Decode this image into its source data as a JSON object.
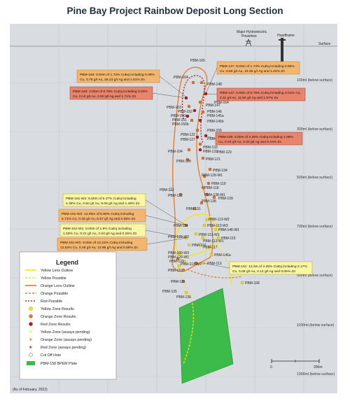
{
  "title": "Pine Bay Project Rainbow Deposit Long Section",
  "surface_labels": {
    "surface": "Surface",
    "powerline": "Major Hydroelectric\nPowerline",
    "headframe": "Headframe"
  },
  "depths": [
    "100ml (below surface)",
    "300ml (below surface)",
    "500ml (below surface)",
    "700ml (below surface)",
    "900ml (below surface)",
    "1100ml (below surface)",
    "1300ml (below surface)"
  ],
  "holes": [
    "PBM-165",
    "PBM-164",
    "PBM-148",
    "PBM-154",
    "PBM-163",
    "PBM-152",
    "PBM-146",
    "PBM-145a",
    "PBM-150a",
    "PBM-151",
    "PBM-150b",
    "PBM-145b",
    "PBM-147",
    "PBM-155",
    "PBM-122",
    "PBM-149b",
    "PBM-127",
    "PBM-133",
    "PBM-132",
    "PBM-104",
    "PBM-128",
    "PBM-121",
    "PBM-123",
    "PBM-134",
    "PBM-128-W1",
    "PBM-119",
    "PBM-112",
    "PBM-118",
    "PBM-132",
    "PBM-138-W1",
    "PBM-139",
    "PBM-138",
    "PBM-131",
    "PBM-113-W2",
    "PBM-114",
    "PBM-113-W3",
    "PBM-146-W1",
    "PBM-113-W1",
    "PBM-115",
    "PBM-129-W2",
    "PBM-113-W1",
    "PBM-116",
    "PBM-117",
    "PBM-129-W3",
    "PBM-129-W1",
    "PBM-146a",
    "PBM-129",
    "PBM-113",
    "PBM-113-W2",
    "PBM-111",
    "PBM-111",
    "PBM-135",
    "PBM-136",
    "PBM-158"
  ],
  "annotations": [
    {
      "lines": [
        "PBM-163: 9.00m of 1.74% CuEq including 0.39%",
        "Cu, 0.76 g/t Au, 25.23 g/t Ag and 1.61% Zn"
      ],
      "color": "orange"
    },
    {
      "lines": [
        "PBM-147: 9.00m of 1.73% CuEq including 0.85%",
        "Cu, 0.59 g/t Au, 10.39 g/t Ag and 1.02% Zn"
      ],
      "color": "orange"
    },
    {
      "lines": [
        "PBM-163: 4.00m of 0.79% CuEq including 0.03%",
        "Cu, 0.12 g/t Au, 2.50 g/t Ag and 1.71% Zn"
      ],
      "color": "red"
    },
    {
      "lines": [
        "PBM-147: 8.00m of 0.78% CuEq including 0.01% Cu,",
        "0.11 g/t Au, 11.84 g/t Ag and 1.57% Zn"
      ],
      "color": "red"
    },
    {
      "lines": [
        "PBM-155: 5.00m of 2.35% CuEq including 1.06%",
        "Cu, 0.23 g/t Au, 3.30 g/t Ag and 0.24% Zn"
      ],
      "color": "red"
    },
    {
      "lines": [
        "PBM-161-W2: 6.50m of 5.47% CuEq including",
        "4.48% Cu, 0.50 g/t Au, 9.06 g/t Ag and 1.48% Zn"
      ],
      "color": "yellow"
    },
    {
      "lines": [
        "PBM-161-W2: 14.00m of 5.98% CuEq including",
        "5.71% Cu, 0.28 g/t Au, 5.57 g/t Ag and 0.08% Zn"
      ],
      "color": "orange"
    },
    {
      "lines": [
        "PBM-161-W1: 8.00m of 1.9% CuEq including",
        "1.63% Cu, 0.21 g/t Au, 2.63 g/t Ag and 0.25% Zn"
      ],
      "color": "yellow"
    },
    {
      "lines": [
        "PBM-161-W1: 9.00m of 13.15% CuEq including",
        "12.52% Cu, 0.48 g/t Au, 13.98 g/t Ag and 0.58% Zn"
      ],
      "color": "orange"
    },
    {
      "lines": [
        "PBM-161: 13.3m of 2.26% CuEq including 2.17%",
        "Cu, 0.08 g/t Au, 2.14 g/t Ag and 0.06% Zn"
      ],
      "color": "yellow"
    }
  ],
  "legend": {
    "title": "Legend",
    "items": [
      "Yellow Lens Outline",
      "Yellow Possible",
      "Orange Lens Outline",
      "Orange Possible",
      "Red Possible",
      "Yellow Zone Results",
      "Orange Zone Results",
      "Red Zone Results",
      "Yellow Zone (assays pending)",
      "Orange Zone (assays pending)",
      "Red Zone (assays pending)",
      "Cut Off Hole",
      "PBM-158 BPEM Plate"
    ]
  },
  "scale": {
    "zero": "0",
    "end": "200m"
  },
  "date_note": "(As of February, 2022)",
  "colors": {
    "panel": "#d9dde1",
    "yellow": "#f2e51b",
    "orange": "#e07a2a",
    "red": "#b22222",
    "green": "#3dbb4a",
    "annot_orange": "#f3b66f",
    "annot_red": "#e8846c",
    "annot_yellow": "#fbf6a6"
  }
}
